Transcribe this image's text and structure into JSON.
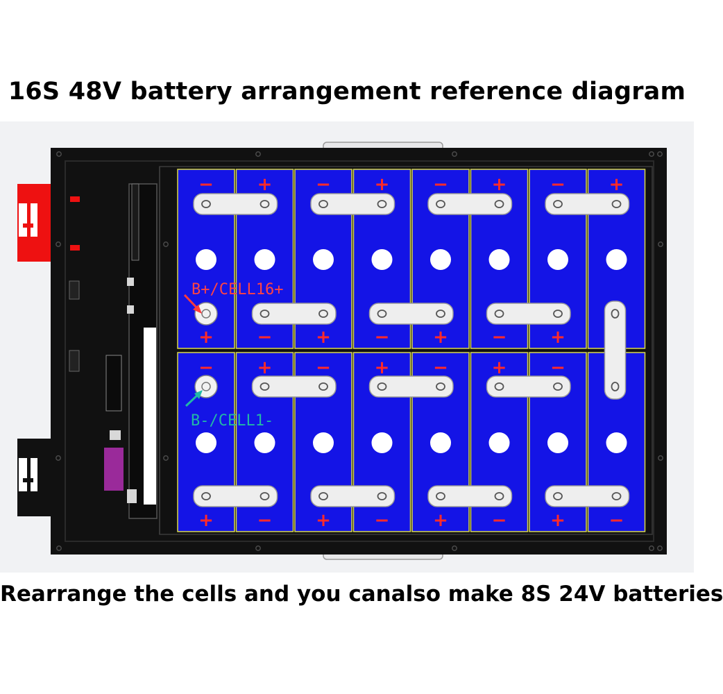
{
  "header": {
    "title": "16S 48V battery arrangement reference diagram"
  },
  "footer": {
    "caption": "Rearrange the cells and you canalso make 8S 24V batteries"
  },
  "diagram": {
    "labels": {
      "positive_terminal": "B+/CELL16+",
      "negative_terminal": "B-/CELL1-"
    },
    "polarity": {
      "plus": "+",
      "minus": "−"
    },
    "colors": {
      "cell": "#1414e6",
      "case": "#111111",
      "busbar": "#eeeeee",
      "positive_label": "#ff3b3b",
      "negative_label": "#22b8a6",
      "positive_connector": "#ee1111",
      "negative_connector": "#111111",
      "bms_chip": "#9a2a9a"
    },
    "cells_per_row": 8,
    "rows": 2,
    "cell_count": 16
  }
}
